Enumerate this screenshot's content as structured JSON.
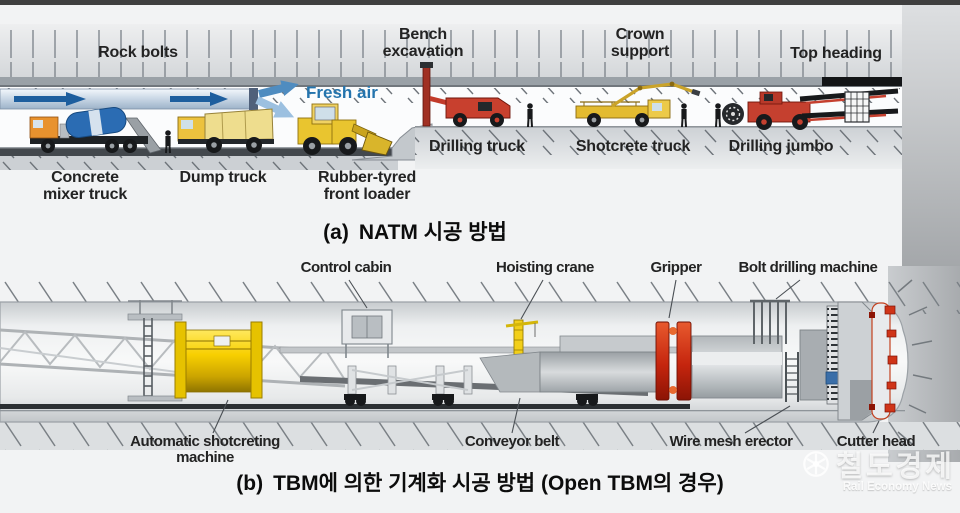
{
  "panel_a": {
    "caption": {
      "index": "(a)",
      "text": "NATM 시공 방법"
    },
    "labels": {
      "rock_bolts": "Rock bolts",
      "bench_excavation": "Bench\nexcavation",
      "crown_support": "Crown\nsupport",
      "top_heading": "Top heading",
      "fresh_air": "Fresh air",
      "concrete_mixer_truck": "Concrete\nmixer truck",
      "dump_truck": "Dump truck",
      "rubber_tyred_front_loader": "Rubber-tyred\nfront loader",
      "drilling_truck": "Drilling truck",
      "shotcrete_truck": "Shotcrete truck",
      "drilling_jumbo": "Drilling jumbo"
    }
  },
  "panel_b": {
    "caption": {
      "index": "(b)",
      "text": "TBM에 의한 기계화 시공 방법 (Open TBM의 경우)"
    },
    "labels": {
      "control_cabin": "Control cabin",
      "hoisting_crane": "Hoisting crane",
      "gripper": "Gripper",
      "bolt_drilling_machine": "Bolt drilling machine",
      "automatic_shotcreting_machine": "Automatic shotcreting machine",
      "conveyor_belt": "Conveyor belt",
      "wire_mesh_erector": "Wire mesh erector",
      "cutter_head": "Cutter head"
    }
  },
  "watermark": {
    "korean": "철도경제",
    "english": "Rail Economy News"
  },
  "colors": {
    "fresh_air_blue": "#2474ad",
    "label_color": "#232323",
    "machine_red": "#c5402f",
    "machine_yellow": "#eecb3a",
    "drum_yellow": "#f8cf00",
    "gripper_red": "#c5250e",
    "rock_gray": "#d5d8db",
    "top_bar": "#3f3f3f"
  }
}
